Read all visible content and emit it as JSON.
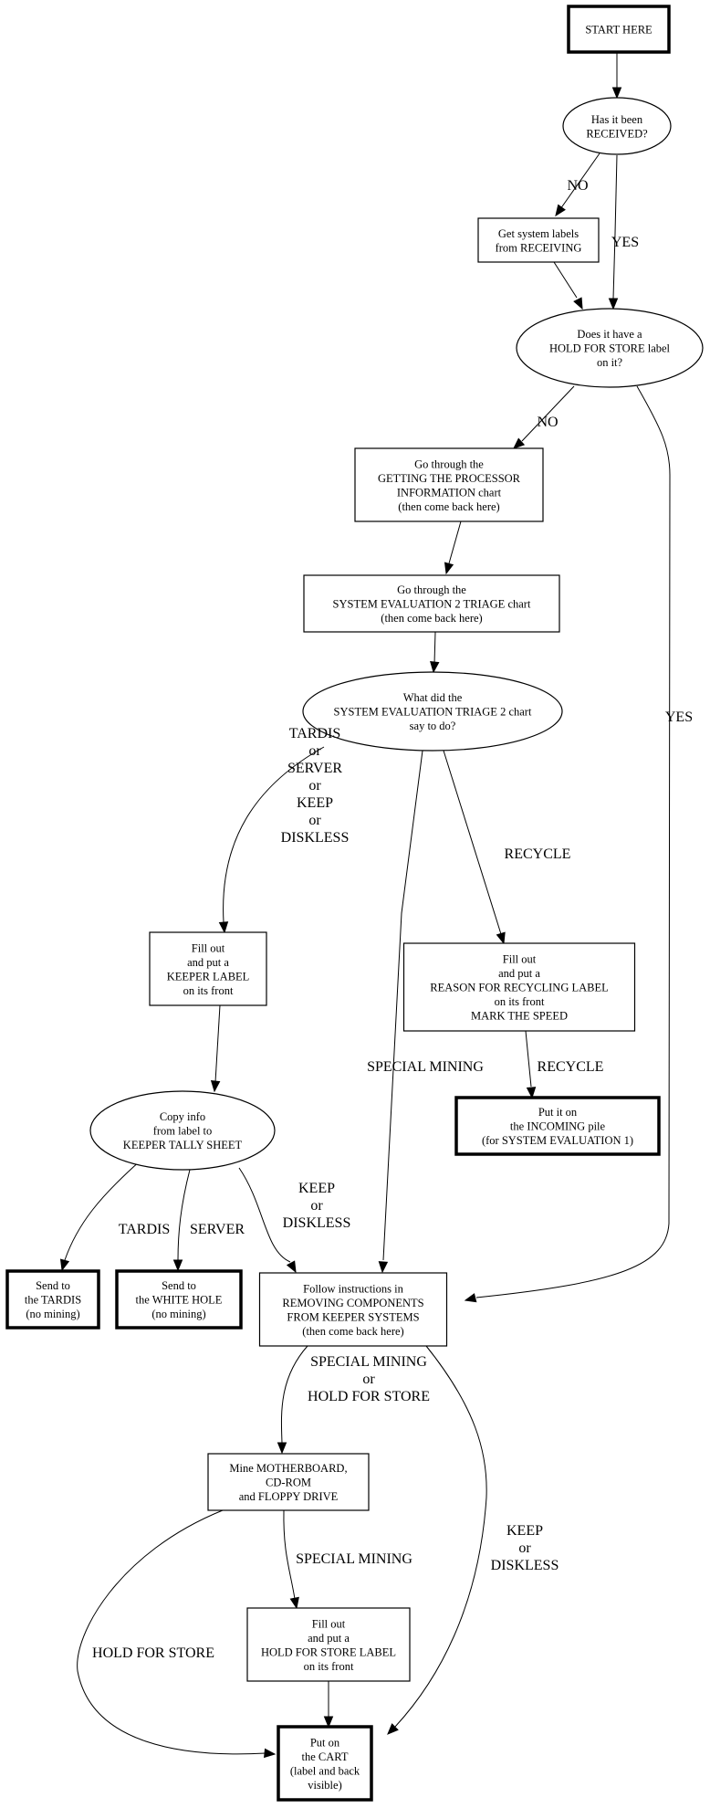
{
  "title": "System intake flowchart",
  "nodes": {
    "start": {
      "shape": "box-bold",
      "lines": [
        "START HERE"
      ]
    },
    "received": {
      "shape": "ellipse",
      "lines": [
        "Has it been",
        "RECEIVED?"
      ]
    },
    "get_labels": {
      "shape": "box",
      "lines": [
        "Get system labels",
        "from RECEIVING"
      ]
    },
    "hold_label": {
      "shape": "ellipse",
      "lines": [
        "Does it have a",
        "HOLD FOR STORE label",
        "on it?"
      ]
    },
    "processor_chart": {
      "shape": "box",
      "lines": [
        "Go through the",
        "GETTING THE PROCESSOR",
        "INFORMATION chart",
        "(then come back here)"
      ]
    },
    "triage_chart": {
      "shape": "box",
      "lines": [
        "Go through the",
        "SYSTEM EVALUATION 2 TRIAGE chart",
        "(then come back here)"
      ]
    },
    "triage_result": {
      "shape": "ellipse",
      "lines": [
        "What did the",
        "SYSTEM EVALUATION TRIAGE 2 chart",
        "say to do?"
      ]
    },
    "keeper_label": {
      "shape": "box",
      "lines": [
        "Fill out",
        "and put a",
        "KEEPER LABEL",
        "on its front"
      ]
    },
    "recycle_label": {
      "shape": "box",
      "lines": [
        "Fill out",
        "and put a",
        "REASON FOR RECYCLING LABEL",
        "on its front",
        "MARK THE SPEED"
      ]
    },
    "incoming_pile": {
      "shape": "box-bold",
      "lines": [
        "Put it on",
        "the INCOMING pile",
        "(for SYSTEM EVALUATION 1)"
      ]
    },
    "tally_sheet": {
      "shape": "ellipse",
      "lines": [
        "Copy info",
        "from label to",
        "KEEPER TALLY SHEET"
      ]
    },
    "tardis": {
      "shape": "box-bold",
      "lines": [
        "Send to",
        "the TARDIS",
        "(no mining)"
      ]
    },
    "white_hole": {
      "shape": "box-bold",
      "lines": [
        "Send to",
        "the WHITE HOLE",
        "(no mining)"
      ]
    },
    "removing_components": {
      "shape": "box",
      "lines": [
        "Follow instructions in",
        "REMOVING COMPONENTS",
        "FROM KEEPER SYSTEMS",
        "(then come back here)"
      ]
    },
    "mine": {
      "shape": "box",
      "lines": [
        "Mine MOTHERBOARD,",
        "CD-ROM",
        "and FLOPPY DRIVE"
      ]
    },
    "hold_store_label": {
      "shape": "box",
      "lines": [
        "Fill out",
        "and put a",
        "HOLD FOR STORE LABEL",
        "on its front"
      ]
    },
    "cart": {
      "shape": "box-bold",
      "lines": [
        "Put on",
        "the CART",
        "(label and back",
        "visible)"
      ]
    }
  },
  "edges": [
    {
      "id": "start-received",
      "from": "start",
      "to": "received",
      "label": []
    },
    {
      "id": "received-get_labels",
      "from": "received",
      "to": "get_labels",
      "label": [
        "NO"
      ]
    },
    {
      "id": "received-hold_label",
      "from": "received",
      "to": "hold_label",
      "label": [
        "YES"
      ]
    },
    {
      "id": "get_labels-hold_label",
      "from": "get_labels",
      "to": "hold_label",
      "label": []
    },
    {
      "id": "hold_label-processor_chart",
      "from": "hold_label",
      "to": "processor_chart",
      "label": [
        "NO"
      ]
    },
    {
      "id": "hold_label-removing_components",
      "from": "hold_label",
      "to": "removing_components",
      "label": [
        "YES"
      ]
    },
    {
      "id": "processor_chart-triage_chart",
      "from": "processor_chart",
      "to": "triage_chart",
      "label": []
    },
    {
      "id": "triage_chart-triage_result",
      "from": "triage_chart",
      "to": "triage_result",
      "label": []
    },
    {
      "id": "triage_result-keeper_label",
      "from": "triage_result",
      "to": "keeper_label",
      "label": [
        "TARDIS",
        "or",
        "SERVER",
        "or",
        "KEEP",
        "or",
        "DISKLESS"
      ]
    },
    {
      "id": "triage_result-recycle_label",
      "from": "triage_result",
      "to": "recycle_label",
      "label": [
        "RECYCLE"
      ]
    },
    {
      "id": "triage_result-removing_components",
      "from": "triage_result",
      "to": "removing_components",
      "label": [
        "SPECIAL MINING"
      ]
    },
    {
      "id": "recycle_label-incoming_pile",
      "from": "recycle_label",
      "to": "incoming_pile",
      "label": [
        "RECYCLE"
      ]
    },
    {
      "id": "keeper_label-tally_sheet",
      "from": "keeper_label",
      "to": "tally_sheet",
      "label": []
    },
    {
      "id": "tally_sheet-tardis",
      "from": "tally_sheet",
      "to": "tardis",
      "label": [
        "TARDIS"
      ]
    },
    {
      "id": "tally_sheet-white_hole",
      "from": "tally_sheet",
      "to": "white_hole",
      "label": [
        "SERVER"
      ]
    },
    {
      "id": "tally_sheet-removing_components",
      "from": "tally_sheet",
      "to": "removing_components",
      "label": [
        "KEEP",
        "or",
        "DISKLESS"
      ]
    },
    {
      "id": "removing_components-mine",
      "from": "removing_components",
      "to": "mine",
      "label": [
        "SPECIAL MINING",
        "or",
        "HOLD FOR STORE"
      ]
    },
    {
      "id": "removing_components-cart",
      "from": "removing_components",
      "to": "cart",
      "label": [
        "KEEP",
        "or",
        "DISKLESS"
      ]
    },
    {
      "id": "mine-hold_store_label",
      "from": "mine",
      "to": "hold_store_label",
      "label": [
        "SPECIAL MINING"
      ]
    },
    {
      "id": "mine-cart",
      "from": "mine",
      "to": "cart",
      "label": [
        "HOLD FOR STORE"
      ]
    },
    {
      "id": "hold_store_label-cart",
      "from": "hold_store_label",
      "to": "cart",
      "label": []
    }
  ]
}
